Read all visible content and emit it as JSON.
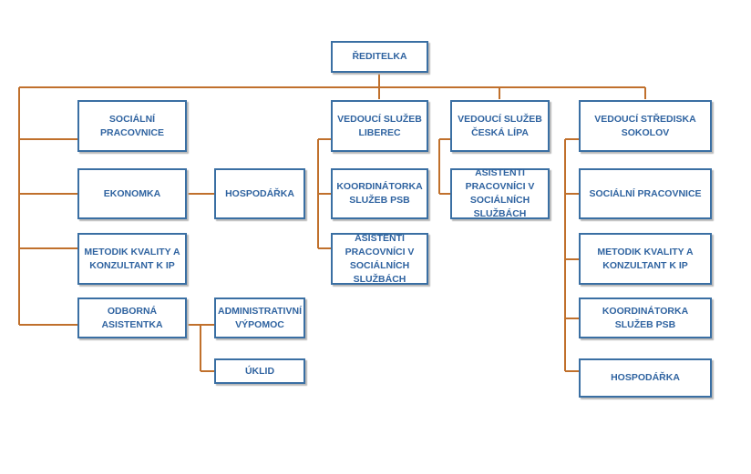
{
  "org_chart": {
    "director": "ŘEDITELKA",
    "left_branch": {
      "social_worker": "SOCIÁLNÍ PRACOVNICE",
      "economist": "EKONOMKA",
      "economist_sub": "HOSPODÁŘKA",
      "quality_methodist": "METODIK KVALITY A KONZULTANT K IP",
      "assistant": "ODBORNÁ ASISTENTKA",
      "assistant_sub_admin": "ADMINISTRATIVNÍ VÝPOMOC",
      "assistant_sub_cleaning": "ÚKLID"
    },
    "liberec": {
      "head": "VEDOUCÍ SLUŽEB LIBEREC",
      "coordinator": "KOORDINÁTORKA SLUŽEB PSB",
      "assistants": "ASISTENTI PRACOVNÍCI V SOCIÁLNÍCH SLUŽBÁCH"
    },
    "ceska_lipa": {
      "head": "VEDOUCÍ SLUŽEB ČESKÁ LÍPA",
      "assistants": "ASISTENTI PRACOVNÍCI V SOCIÁLNÍCH SLUŽBÁCH"
    },
    "sokolov": {
      "head": "VEDOUCÍ STŘEDISKA SOKOLOV",
      "social_worker": "SOCIÁLNÍ PRACOVNICE",
      "quality_methodist": "METODIK KVALITY A KONZULTANT K IP",
      "coordinator": "KOORDINÁTORKA SLUŽEB PSB",
      "economist": "HOSPODÁŘKA"
    }
  },
  "colors": {
    "connector": "#c0702c",
    "box_border": "#3a6fa3",
    "box_text": "#2f63a0"
  }
}
